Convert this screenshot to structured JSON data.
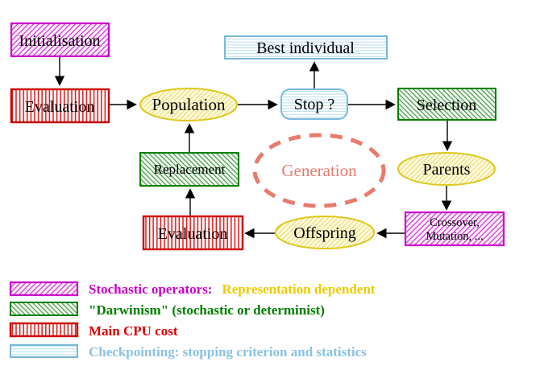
{
  "nodes": {
    "initialisation": {
      "label": "Initialisation"
    },
    "evaluation_top": {
      "label": "Evaluation"
    },
    "population": {
      "label": "Population"
    },
    "best_individual": {
      "label": "Best individual"
    },
    "stop": {
      "label": "Stop ?"
    },
    "selection": {
      "label": "Selection"
    },
    "replacement": {
      "label": "Replacement"
    },
    "generation": {
      "label": "Generation"
    },
    "parents": {
      "label": "Parents"
    },
    "evaluation_bottom": {
      "label": "Evaluation"
    },
    "offspring": {
      "label": "Offspring"
    },
    "crossover_mutation": {
      "label_line1": "Crossover,",
      "label_line2": "Mutation, ..."
    }
  },
  "legend": {
    "items": [
      {
        "swatch": "magenta-diagonal-hatch",
        "label": "Stochastic operators:",
        "label_secondary": "Representation dependent"
      },
      {
        "swatch": "green-diagonal-hatch",
        "label": "\"Darwinism\" (stochastic or determinist)"
      },
      {
        "swatch": "red-vertical-stripes",
        "label": "Main CPU cost"
      },
      {
        "swatch": "cyan-horizontal-lines",
        "label": "Checkpointing: stopping criterion and statistics"
      }
    ]
  },
  "colors": {
    "magenta": "#cc00cc",
    "green": "#008000",
    "red": "#cc0000",
    "cyan_border": "#7ab8d8",
    "cyan_text": "#8ac2e4",
    "yellow_border": "#ddc81f",
    "yellow_text": "#eecb00",
    "salmon": "#e87a6e",
    "text": "#000000",
    "background": "#ffffff"
  }
}
